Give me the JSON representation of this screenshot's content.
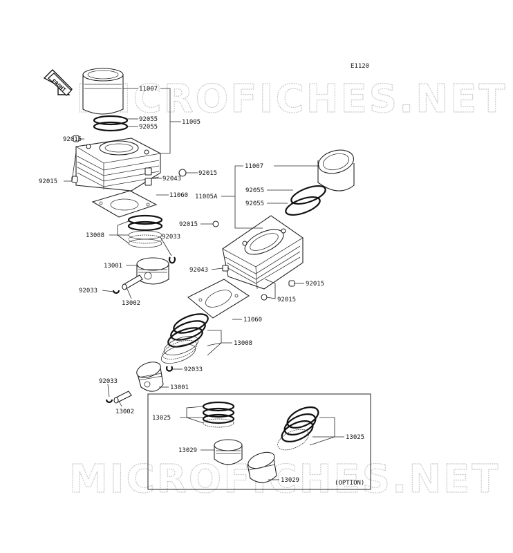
{
  "diagram_id": "E1120",
  "watermark": "MICROFICHES.NET",
  "front_label": "FRONT",
  "option_label": "(OPTION)",
  "labels": {
    "l11007a": "11007",
    "l92055a": "92055",
    "l92055b": "92055",
    "l11005": "11005",
    "l92015a": "92015",
    "l92015b": "92015",
    "l92015c": "92015",
    "l92043a": "92043",
    "l11060a": "11060",
    "l13008a": "13008",
    "l92033a": "92033",
    "l13001a": "13001",
    "l92033b": "92033",
    "l13002a": "13002",
    "l11007b": "11007",
    "l11005A": "11005A",
    "l92055c": "92055",
    "l92055d": "92055",
    "l92015d": "92015",
    "l92043b": "92043",
    "l92015e": "92015",
    "l92015f": "92015",
    "l11060b": "11060",
    "l13008b": "13008",
    "l92033c": "92033",
    "l92033d": "92033",
    "l13001b": "13001",
    "l13002b": "13002",
    "l13025a": "13025",
    "l13025b": "13025",
    "l13029a": "13029",
    "l13029b": "13029"
  }
}
